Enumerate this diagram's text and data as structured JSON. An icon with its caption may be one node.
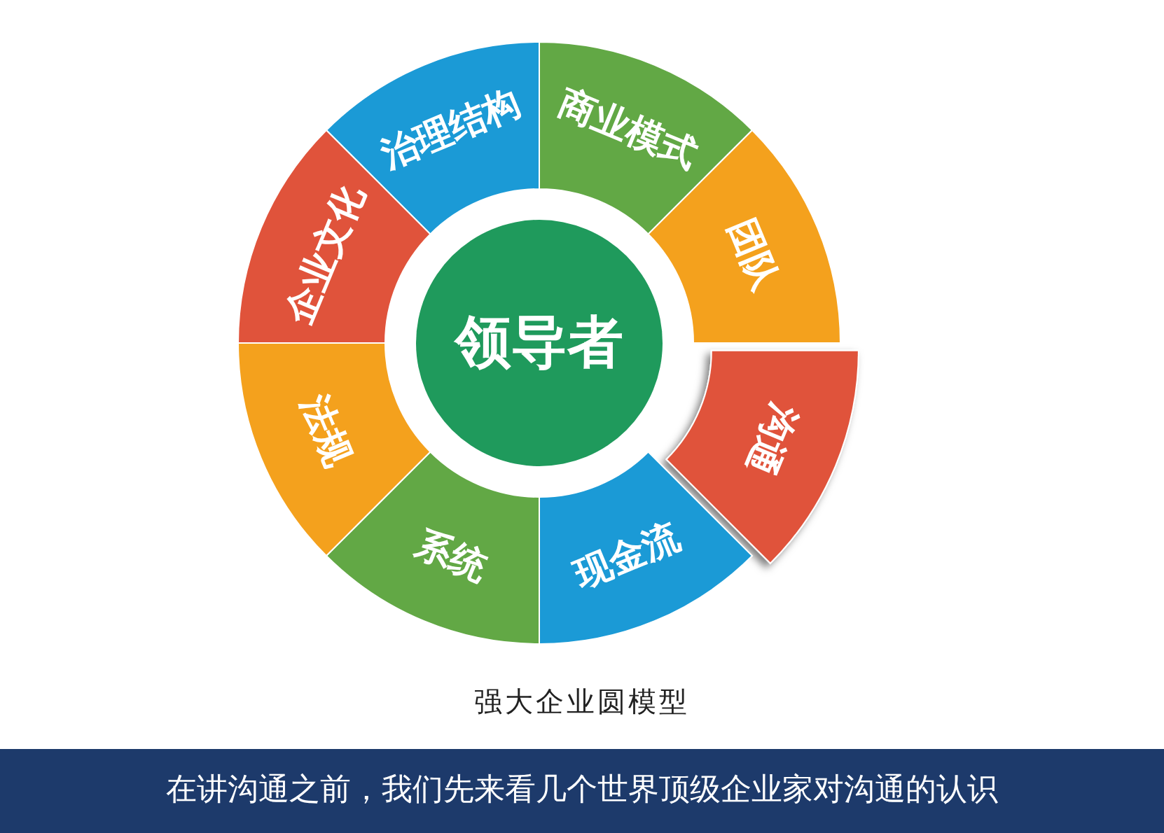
{
  "diagram": {
    "caption": "强大企业圆模型",
    "nodes": [
      {
        "text": [
          "领导者"
        ]
      },
      {
        "text": [
          "治理结构"
        ]
      },
      {
        "text": [
          "商业模式"
        ]
      },
      {
        "text": [
          "团队"
        ]
      },
      {
        "text": [
          "沟通"
        ]
      },
      {
        "text": [
          "现金流"
        ]
      },
      {
        "text": [
          "系统"
        ]
      },
      {
        "text": [
          "法规"
        ]
      },
      {
        "text": [
          "企业文化"
        ]
      }
    ],
    "labels": [
      "在讲沟通之前，我们先来看几个世界顶级企业家对沟通的认识"
    ]
  }
}
